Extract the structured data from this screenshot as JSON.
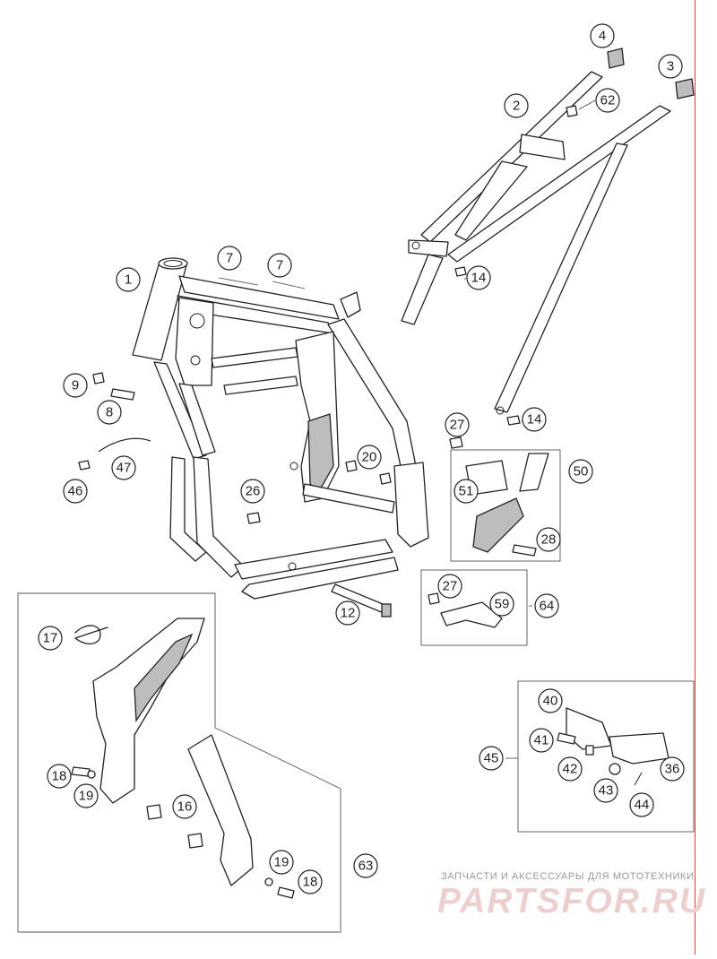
{
  "diagram": {
    "callouts": [
      {
        "id": "c1",
        "label": "1"
      },
      {
        "id": "c2",
        "label": "2"
      },
      {
        "id": "c3",
        "label": "3"
      },
      {
        "id": "c4",
        "label": "4"
      },
      {
        "id": "c62",
        "label": "62"
      },
      {
        "id": "c7a",
        "label": "7"
      },
      {
        "id": "c7b",
        "label": "7"
      },
      {
        "id": "c14a",
        "label": "14"
      },
      {
        "id": "c14b",
        "label": "14"
      },
      {
        "id": "c9",
        "label": "9"
      },
      {
        "id": "c8",
        "label": "8"
      },
      {
        "id": "c27a",
        "label": "27"
      },
      {
        "id": "c50",
        "label": "50"
      },
      {
        "id": "c51",
        "label": "51"
      },
      {
        "id": "c28",
        "label": "28"
      },
      {
        "id": "c20",
        "label": "20"
      },
      {
        "id": "c47",
        "label": "47"
      },
      {
        "id": "c46",
        "label": "46"
      },
      {
        "id": "c26",
        "label": "26"
      },
      {
        "id": "c27b",
        "label": "27"
      },
      {
        "id": "c59",
        "label": "59"
      },
      {
        "id": "c64",
        "label": "64"
      },
      {
        "id": "c12",
        "label": "12"
      },
      {
        "id": "c17",
        "label": "17"
      },
      {
        "id": "c40",
        "label": "40"
      },
      {
        "id": "c41",
        "label": "41"
      },
      {
        "id": "c45",
        "label": "45"
      },
      {
        "id": "c36",
        "label": "36"
      },
      {
        "id": "c42",
        "label": "42"
      },
      {
        "id": "c43",
        "label": "43"
      },
      {
        "id": "c44",
        "label": "44"
      },
      {
        "id": "c18a",
        "label": "18"
      },
      {
        "id": "c19a",
        "label": "19"
      },
      {
        "id": "c16",
        "label": "16"
      },
      {
        "id": "c19b",
        "label": "19"
      },
      {
        "id": "c18b",
        "label": "18"
      },
      {
        "id": "c63",
        "label": "63"
      }
    ]
  },
  "watermark": {
    "caption": "ЗАПЧАСТИ И АКСЕССУАРЫ ДЛЯ МОТОТЕХНИКИ",
    "logo": "PARTSFOR.RU",
    "logo_color": "#ecd0d0"
  },
  "colors": {
    "line": "#222222",
    "edge_line": "#d23a3a"
  }
}
